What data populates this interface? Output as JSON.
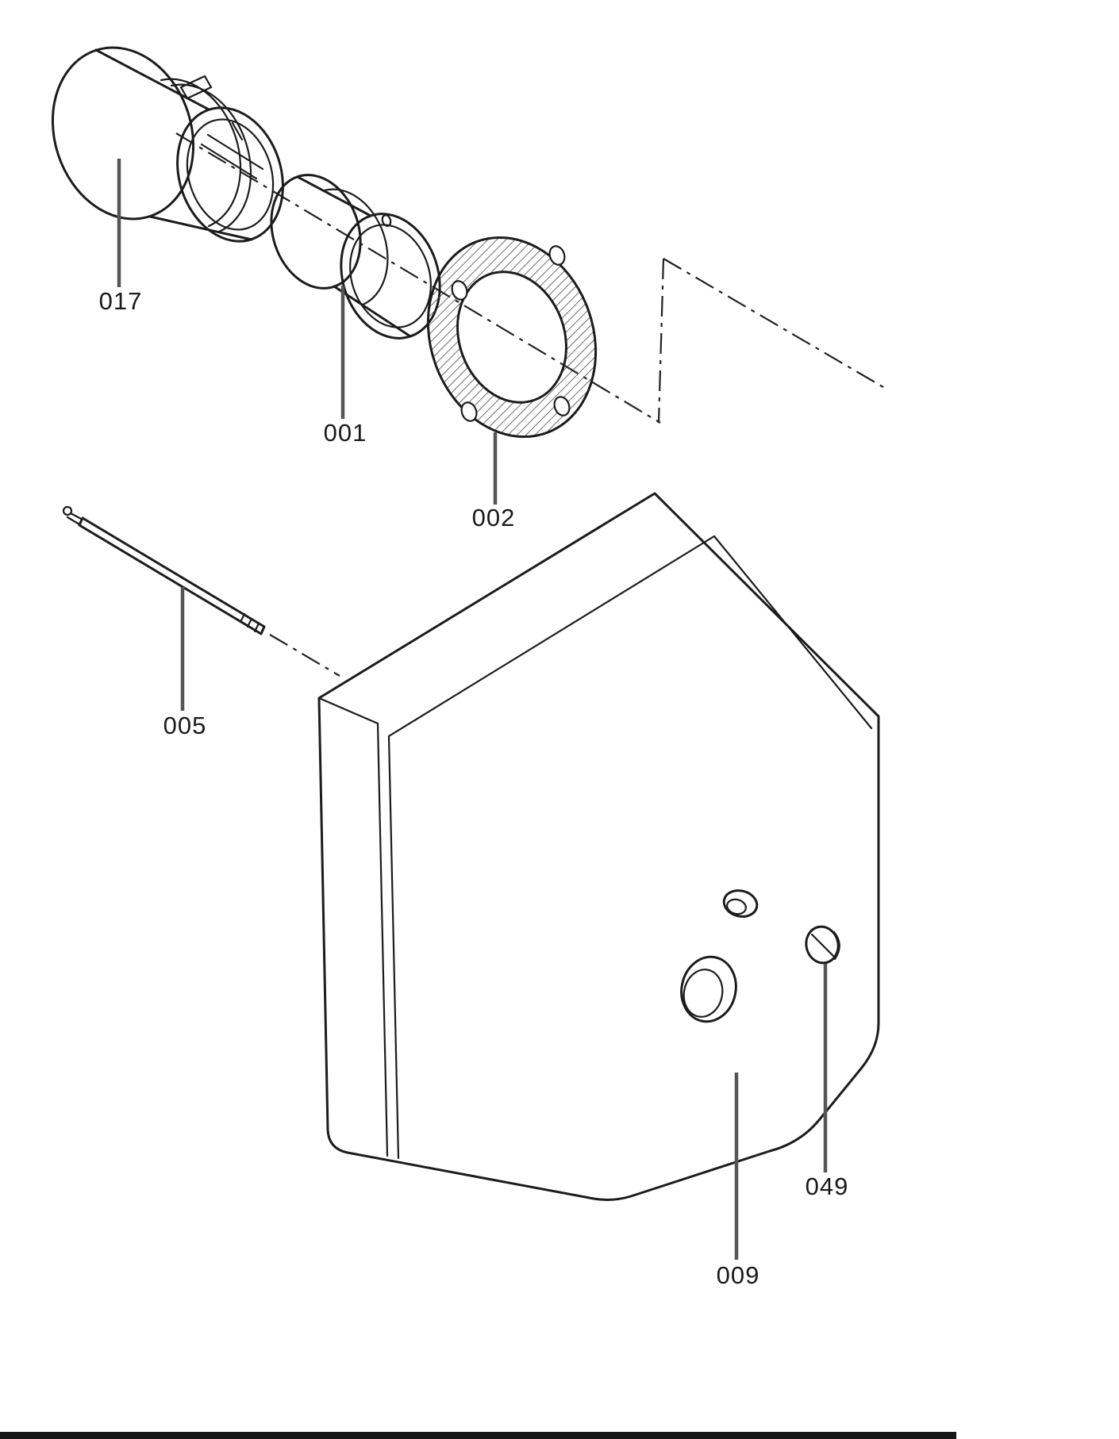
{
  "diagram": {
    "parts": [
      {
        "label": "017"
      },
      {
        "label": "001"
      },
      {
        "label": "002"
      },
      {
        "label": "005"
      },
      {
        "label": "009"
      },
      {
        "label": "049"
      }
    ],
    "colors": {
      "background": "#ffffff",
      "line": "#1c1c1c",
      "leader": "#565656",
      "label": "#1a1a1a",
      "hatch": "#3a3a3a"
    }
  }
}
